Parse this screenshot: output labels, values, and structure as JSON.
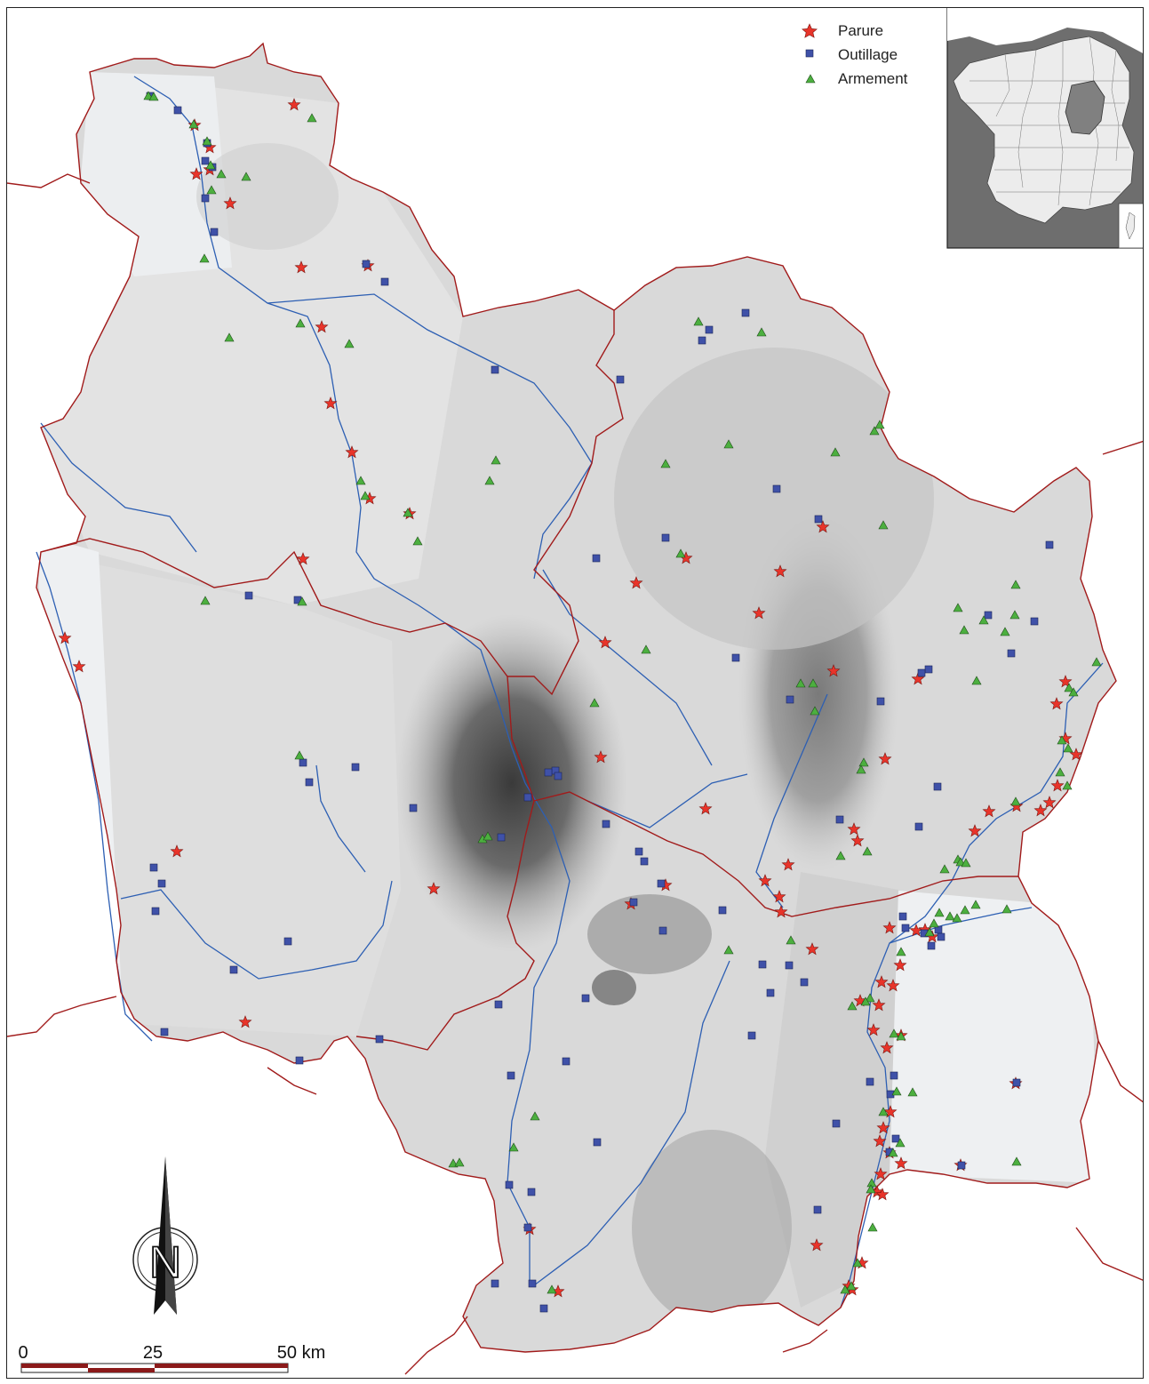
{
  "legend": {
    "items": [
      {
        "label": "Parure",
        "symbol": "star-icon",
        "color": "#e8342a"
      },
      {
        "label": "Outillage",
        "symbol": "square-icon",
        "color": "#3f51a8"
      },
      {
        "label": "Armement",
        "symbol": "triangle-icon",
        "color": "#4caf3f"
      }
    ]
  },
  "scale_bar": {
    "labels": [
      "0",
      "25",
      "50 km"
    ]
  },
  "north_arrow": {
    "letter": "N"
  },
  "colors": {
    "region_border": "#a11b1b",
    "river": "#2d5fb3",
    "relief_light": "#eceef0",
    "relief_dark": "#3a3a3a",
    "inset_highlight": "#808080"
  },
  "sites": {
    "parure": [
      [
        218,
        140
      ],
      [
        235,
        165
      ],
      [
        235,
        190
      ],
      [
        220,
        195
      ],
      [
        258,
        228
      ],
      [
        330,
        117
      ],
      [
        338,
        300
      ],
      [
        413,
        298
      ],
      [
        361,
        367
      ],
      [
        371,
        453
      ],
      [
        395,
        508
      ],
      [
        415,
        560
      ],
      [
        460,
        577
      ],
      [
        340,
        628
      ],
      [
        72,
        717
      ],
      [
        88,
        749
      ],
      [
        198,
        957
      ],
      [
        487,
        999
      ],
      [
        275,
        1149
      ],
      [
        680,
        722
      ],
      [
        675,
        851
      ],
      [
        771,
        627
      ],
      [
        715,
        655
      ],
      [
        877,
        642
      ],
      [
        853,
        689
      ],
      [
        937,
        754
      ],
      [
        925,
        592
      ],
      [
        1032,
        763
      ],
      [
        995,
        853
      ],
      [
        960,
        932
      ],
      [
        964,
        945
      ],
      [
        886,
        972
      ],
      [
        860,
        990
      ],
      [
        876,
        1008
      ],
      [
        878,
        1025
      ],
      [
        913,
        1067
      ],
      [
        793,
        909
      ],
      [
        748,
        995
      ],
      [
        709,
        1016
      ],
      [
        1198,
        766
      ],
      [
        1188,
        791
      ],
      [
        1198,
        830
      ],
      [
        1210,
        848
      ],
      [
        1189,
        883
      ],
      [
        1180,
        902
      ],
      [
        1170,
        911
      ],
      [
        1112,
        912
      ],
      [
        1096,
        934
      ],
      [
        1143,
        906
      ],
      [
        1000,
        1043
      ],
      [
        1012,
        1085
      ],
      [
        1004,
        1108
      ],
      [
        991,
        1104
      ],
      [
        967,
        1125
      ],
      [
        988,
        1130
      ],
      [
        1013,
        1164
      ],
      [
        982,
        1158
      ],
      [
        997,
        1178
      ],
      [
        1001,
        1250
      ],
      [
        993,
        1268
      ],
      [
        989,
        1283
      ],
      [
        1000,
        1296
      ],
      [
        986,
        1340
      ],
      [
        992,
        1343
      ],
      [
        990,
        1320
      ],
      [
        1013,
        1308
      ],
      [
        1080,
        1310
      ],
      [
        1142,
        1218
      ],
      [
        918,
        1400
      ],
      [
        969,
        1420
      ],
      [
        954,
        1446
      ],
      [
        958,
        1450
      ],
      [
        627,
        1452
      ],
      [
        595,
        1382
      ],
      [
        1030,
        1046
      ],
      [
        1048,
        1053
      ],
      [
        1040,
        1045
      ]
    ],
    "outillage": [
      [
        168,
        107
      ],
      [
        199,
        123
      ],
      [
        232,
        160
      ],
      [
        230,
        180
      ],
      [
        238,
        187
      ],
      [
        230,
        222
      ],
      [
        240,
        260
      ],
      [
        411,
        296
      ],
      [
        432,
        316
      ],
      [
        556,
        415
      ],
      [
        697,
        426
      ],
      [
        838,
        351
      ],
      [
        797,
        370
      ],
      [
        789,
        382
      ],
      [
        873,
        549
      ],
      [
        920,
        583
      ],
      [
        748,
        604
      ],
      [
        670,
        627
      ],
      [
        827,
        739
      ],
      [
        888,
        786
      ],
      [
        990,
        788
      ],
      [
        1044,
        752
      ],
      [
        1036,
        756
      ],
      [
        1180,
        612
      ],
      [
        1111,
        691
      ],
      [
        1163,
        698
      ],
      [
        1137,
        734
      ],
      [
        1054,
        884
      ],
      [
        1033,
        929
      ],
      [
        944,
        921
      ],
      [
        340,
        857
      ],
      [
        399,
        862
      ],
      [
        347,
        879
      ],
      [
        279,
        669
      ],
      [
        334,
        674
      ],
      [
        464,
        908
      ],
      [
        172,
        975
      ],
      [
        181,
        993
      ],
      [
        174,
        1024
      ],
      [
        323,
        1058
      ],
      [
        262,
        1090
      ],
      [
        184,
        1160
      ],
      [
        336,
        1192
      ],
      [
        426,
        1168
      ],
      [
        560,
        1129
      ],
      [
        658,
        1122
      ],
      [
        681,
        926
      ],
      [
        593,
        896
      ],
      [
        624,
        866
      ],
      [
        627,
        872
      ],
      [
        616,
        868
      ],
      [
        563,
        941
      ],
      [
        718,
        957
      ],
      [
        724,
        968
      ],
      [
        743,
        993
      ],
      [
        712,
        1014
      ],
      [
        745,
        1046
      ],
      [
        812,
        1023
      ],
      [
        857,
        1084
      ],
      [
        887,
        1085
      ],
      [
        866,
        1116
      ],
      [
        904,
        1104
      ],
      [
        845,
        1164
      ],
      [
        574,
        1209
      ],
      [
        636,
        1193
      ],
      [
        671,
        1284
      ],
      [
        572,
        1332
      ],
      [
        597,
        1340
      ],
      [
        593,
        1380
      ],
      [
        556,
        1443
      ],
      [
        598,
        1443
      ],
      [
        611,
        1471
      ],
      [
        919,
        1360
      ],
      [
        940,
        1263
      ],
      [
        978,
        1216
      ],
      [
        1005,
        1209
      ],
      [
        1001,
        1230
      ],
      [
        1000,
        1295
      ],
      [
        1007,
        1280
      ],
      [
        1081,
        1310
      ],
      [
        1143,
        1217
      ],
      [
        1055,
        1045
      ],
      [
        1018,
        1043
      ],
      [
        1039,
        1049
      ],
      [
        1015,
        1030
      ],
      [
        1047,
        1063
      ],
      [
        1058,
        1053
      ]
    ],
    "armement": [
      [
        166,
        107
      ],
      [
        172,
        108
      ],
      [
        217,
        139
      ],
      [
        232,
        158
      ],
      [
        236,
        185
      ],
      [
        248,
        195
      ],
      [
        276,
        198
      ],
      [
        350,
        132
      ],
      [
        237,
        213
      ],
      [
        229,
        290
      ],
      [
        257,
        379
      ],
      [
        337,
        363
      ],
      [
        392,
        386
      ],
      [
        557,
        517
      ],
      [
        550,
        540
      ],
      [
        405,
        540
      ],
      [
        410,
        557
      ],
      [
        458,
        576
      ],
      [
        469,
        608
      ],
      [
        230,
        675
      ],
      [
        339,
        676
      ],
      [
        785,
        361
      ],
      [
        856,
        373
      ],
      [
        819,
        499
      ],
      [
        748,
        521
      ],
      [
        939,
        508
      ],
      [
        983,
        484
      ],
      [
        989,
        477
      ],
      [
        993,
        590
      ],
      [
        765,
        622
      ],
      [
        1142,
        657
      ],
      [
        1077,
        683
      ],
      [
        1084,
        708
      ],
      [
        1106,
        697
      ],
      [
        1130,
        710
      ],
      [
        1141,
        691
      ],
      [
        1098,
        765
      ],
      [
        900,
        768
      ],
      [
        914,
        768
      ],
      [
        916,
        799
      ],
      [
        726,
        730
      ],
      [
        668,
        790
      ],
      [
        971,
        857
      ],
      [
        968,
        865
      ],
      [
        975,
        957
      ],
      [
        945,
        962
      ],
      [
        1233,
        744
      ],
      [
        1202,
        773
      ],
      [
        1207,
        778
      ],
      [
        1194,
        832
      ],
      [
        1201,
        841
      ],
      [
        1192,
        868
      ],
      [
        1200,
        883
      ],
      [
        1142,
        901
      ],
      [
        1077,
        966
      ],
      [
        1080,
        969
      ],
      [
        1086,
        970
      ],
      [
        1062,
        977
      ],
      [
        1097,
        1017
      ],
      [
        1132,
        1022
      ],
      [
        1056,
        1026
      ],
      [
        1068,
        1030
      ],
      [
        1076,
        1032
      ],
      [
        1085,
        1023
      ],
      [
        1050,
        1038
      ],
      [
        1045,
        1048
      ],
      [
        1013,
        1070
      ],
      [
        889,
        1057
      ],
      [
        819,
        1068
      ],
      [
        542,
        943
      ],
      [
        548,
        940
      ],
      [
        336,
        849
      ],
      [
        978,
        1122
      ],
      [
        973,
        1126
      ],
      [
        958,
        1131
      ],
      [
        1005,
        1162
      ],
      [
        1013,
        1165
      ],
      [
        1008,
        1227
      ],
      [
        1026,
        1228
      ],
      [
        993,
        1250
      ],
      [
        1012,
        1285
      ],
      [
        1004,
        1296
      ],
      [
        1143,
        1306
      ],
      [
        509,
        1308
      ],
      [
        516,
        1307
      ],
      [
        577,
        1290
      ],
      [
        601,
        1255
      ],
      [
        980,
        1330
      ],
      [
        979,
        1337
      ],
      [
        981,
        1380
      ],
      [
        964,
        1420
      ],
      [
        957,
        1446
      ],
      [
        950,
        1450
      ],
      [
        620,
        1450
      ]
    ]
  }
}
